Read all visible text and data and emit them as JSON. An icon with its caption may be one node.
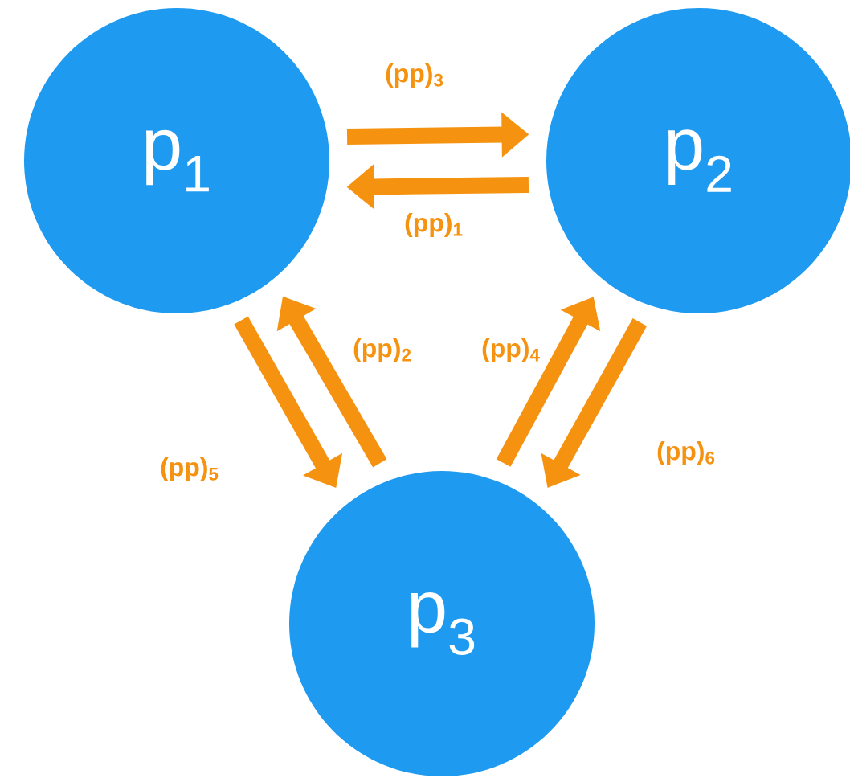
{
  "diagram": {
    "nodes": [
      {
        "text": [
          "p$_{1}$"
        ]
      },
      {
        "text": [
          "p$_{2}$"
        ]
      },
      {
        "text": [
          "p$_{3}$"
        ]
      }
    ],
    "edges": [
      {
        "from": 0,
        "to": 1,
        "arrow": "to",
        "label": "(pp)$_{3}$"
      },
      {
        "from": 1,
        "to": 0,
        "arrow": "to",
        "label": "(pp)$_{1}$"
      },
      {
        "from": 2,
        "to": 0,
        "arrow": "to",
        "label": "(pp)$_{2}$"
      },
      {
        "from": 2,
        "to": 1,
        "arrow": "to",
        "label": "(pp)$_{4}$"
      },
      {
        "from": 0,
        "to": 2,
        "arrow": "to",
        "label": "(pp)$_{5}$"
      },
      {
        "from": 1,
        "to": 2,
        "arrow": "to",
        "label": "(pp)$_{6}$"
      }
    ]
  }
}
